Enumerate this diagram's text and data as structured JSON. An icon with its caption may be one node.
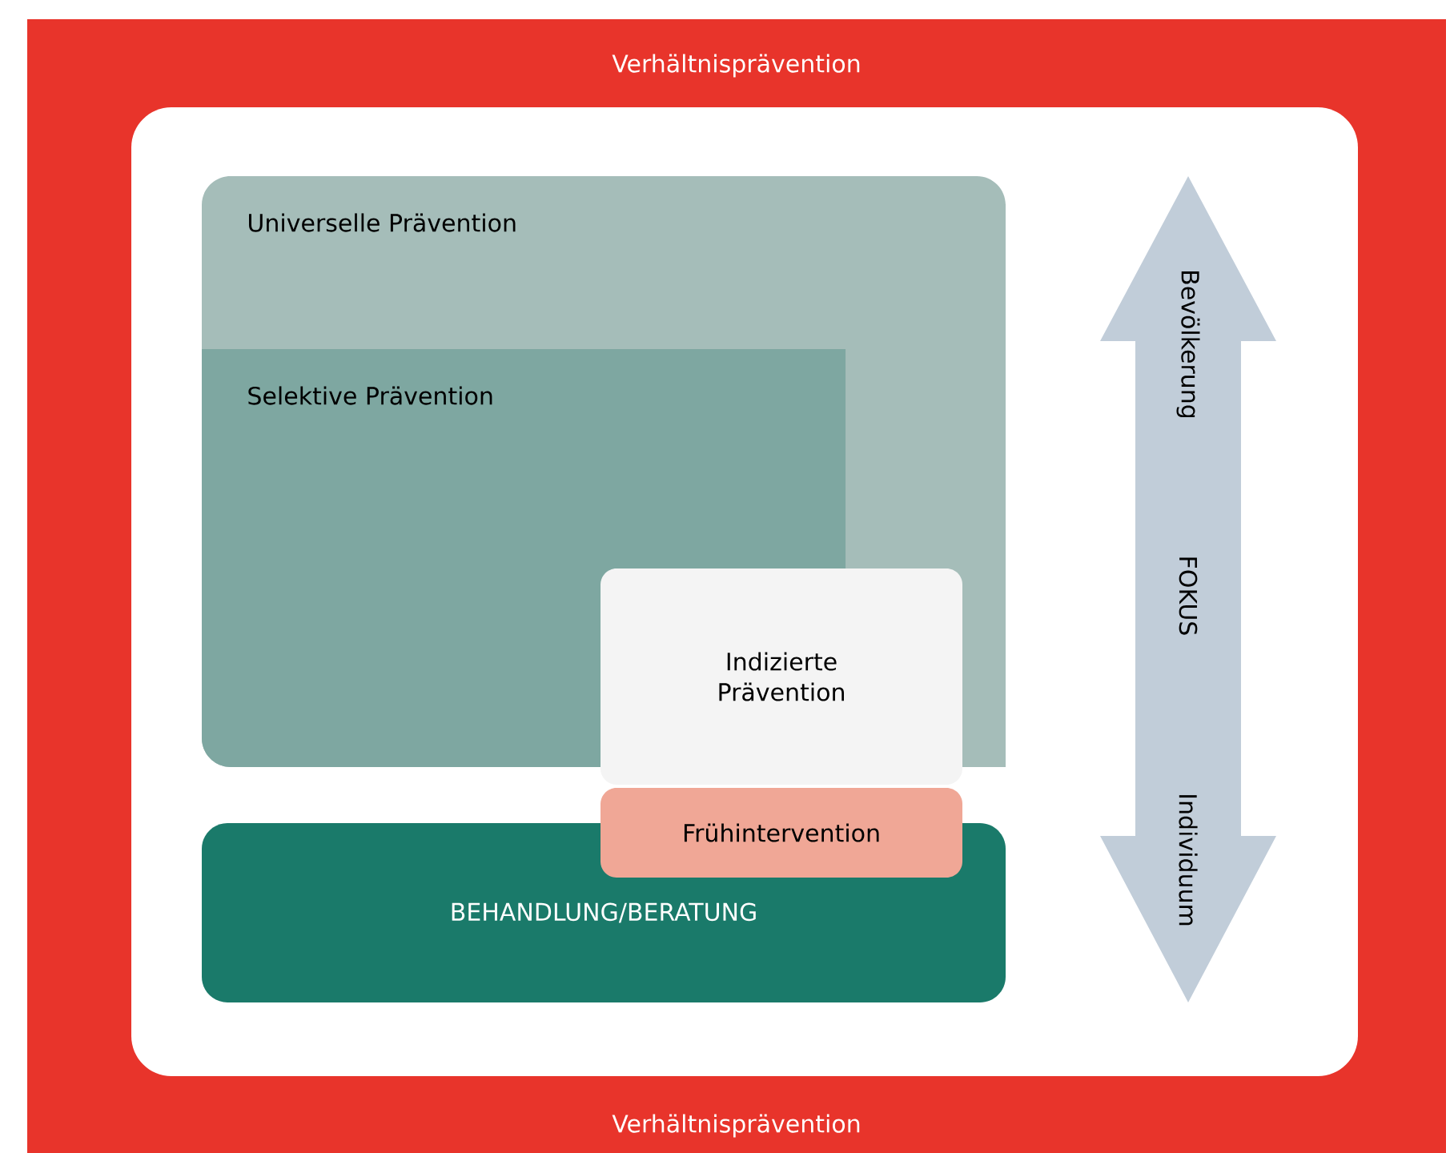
{
  "diagram": {
    "nodes": [
      {
        "text": [
          "Verhältnisprävention",
          "Verhältnisprävention"
        ]
      },
      {
        "text": [
          "Universelle Prävention"
        ],
        "in": 0
      },
      {
        "text": [
          "Selektive Prävention"
        ],
        "in": 1
      },
      {
        "text": [
          "Indizierte Prävention"
        ],
        "in": 0
      },
      {
        "text": [
          "Frühintervention"
        ],
        "in": 0
      },
      {
        "text": [
          "BEHANDLUNG/BERATUNG"
        ],
        "in": 0
      },
      {
        "text": [
          "Bevölkerung",
          "FOKUS",
          "Individuum"
        ],
        "in": 0
      }
    ]
  }
}
